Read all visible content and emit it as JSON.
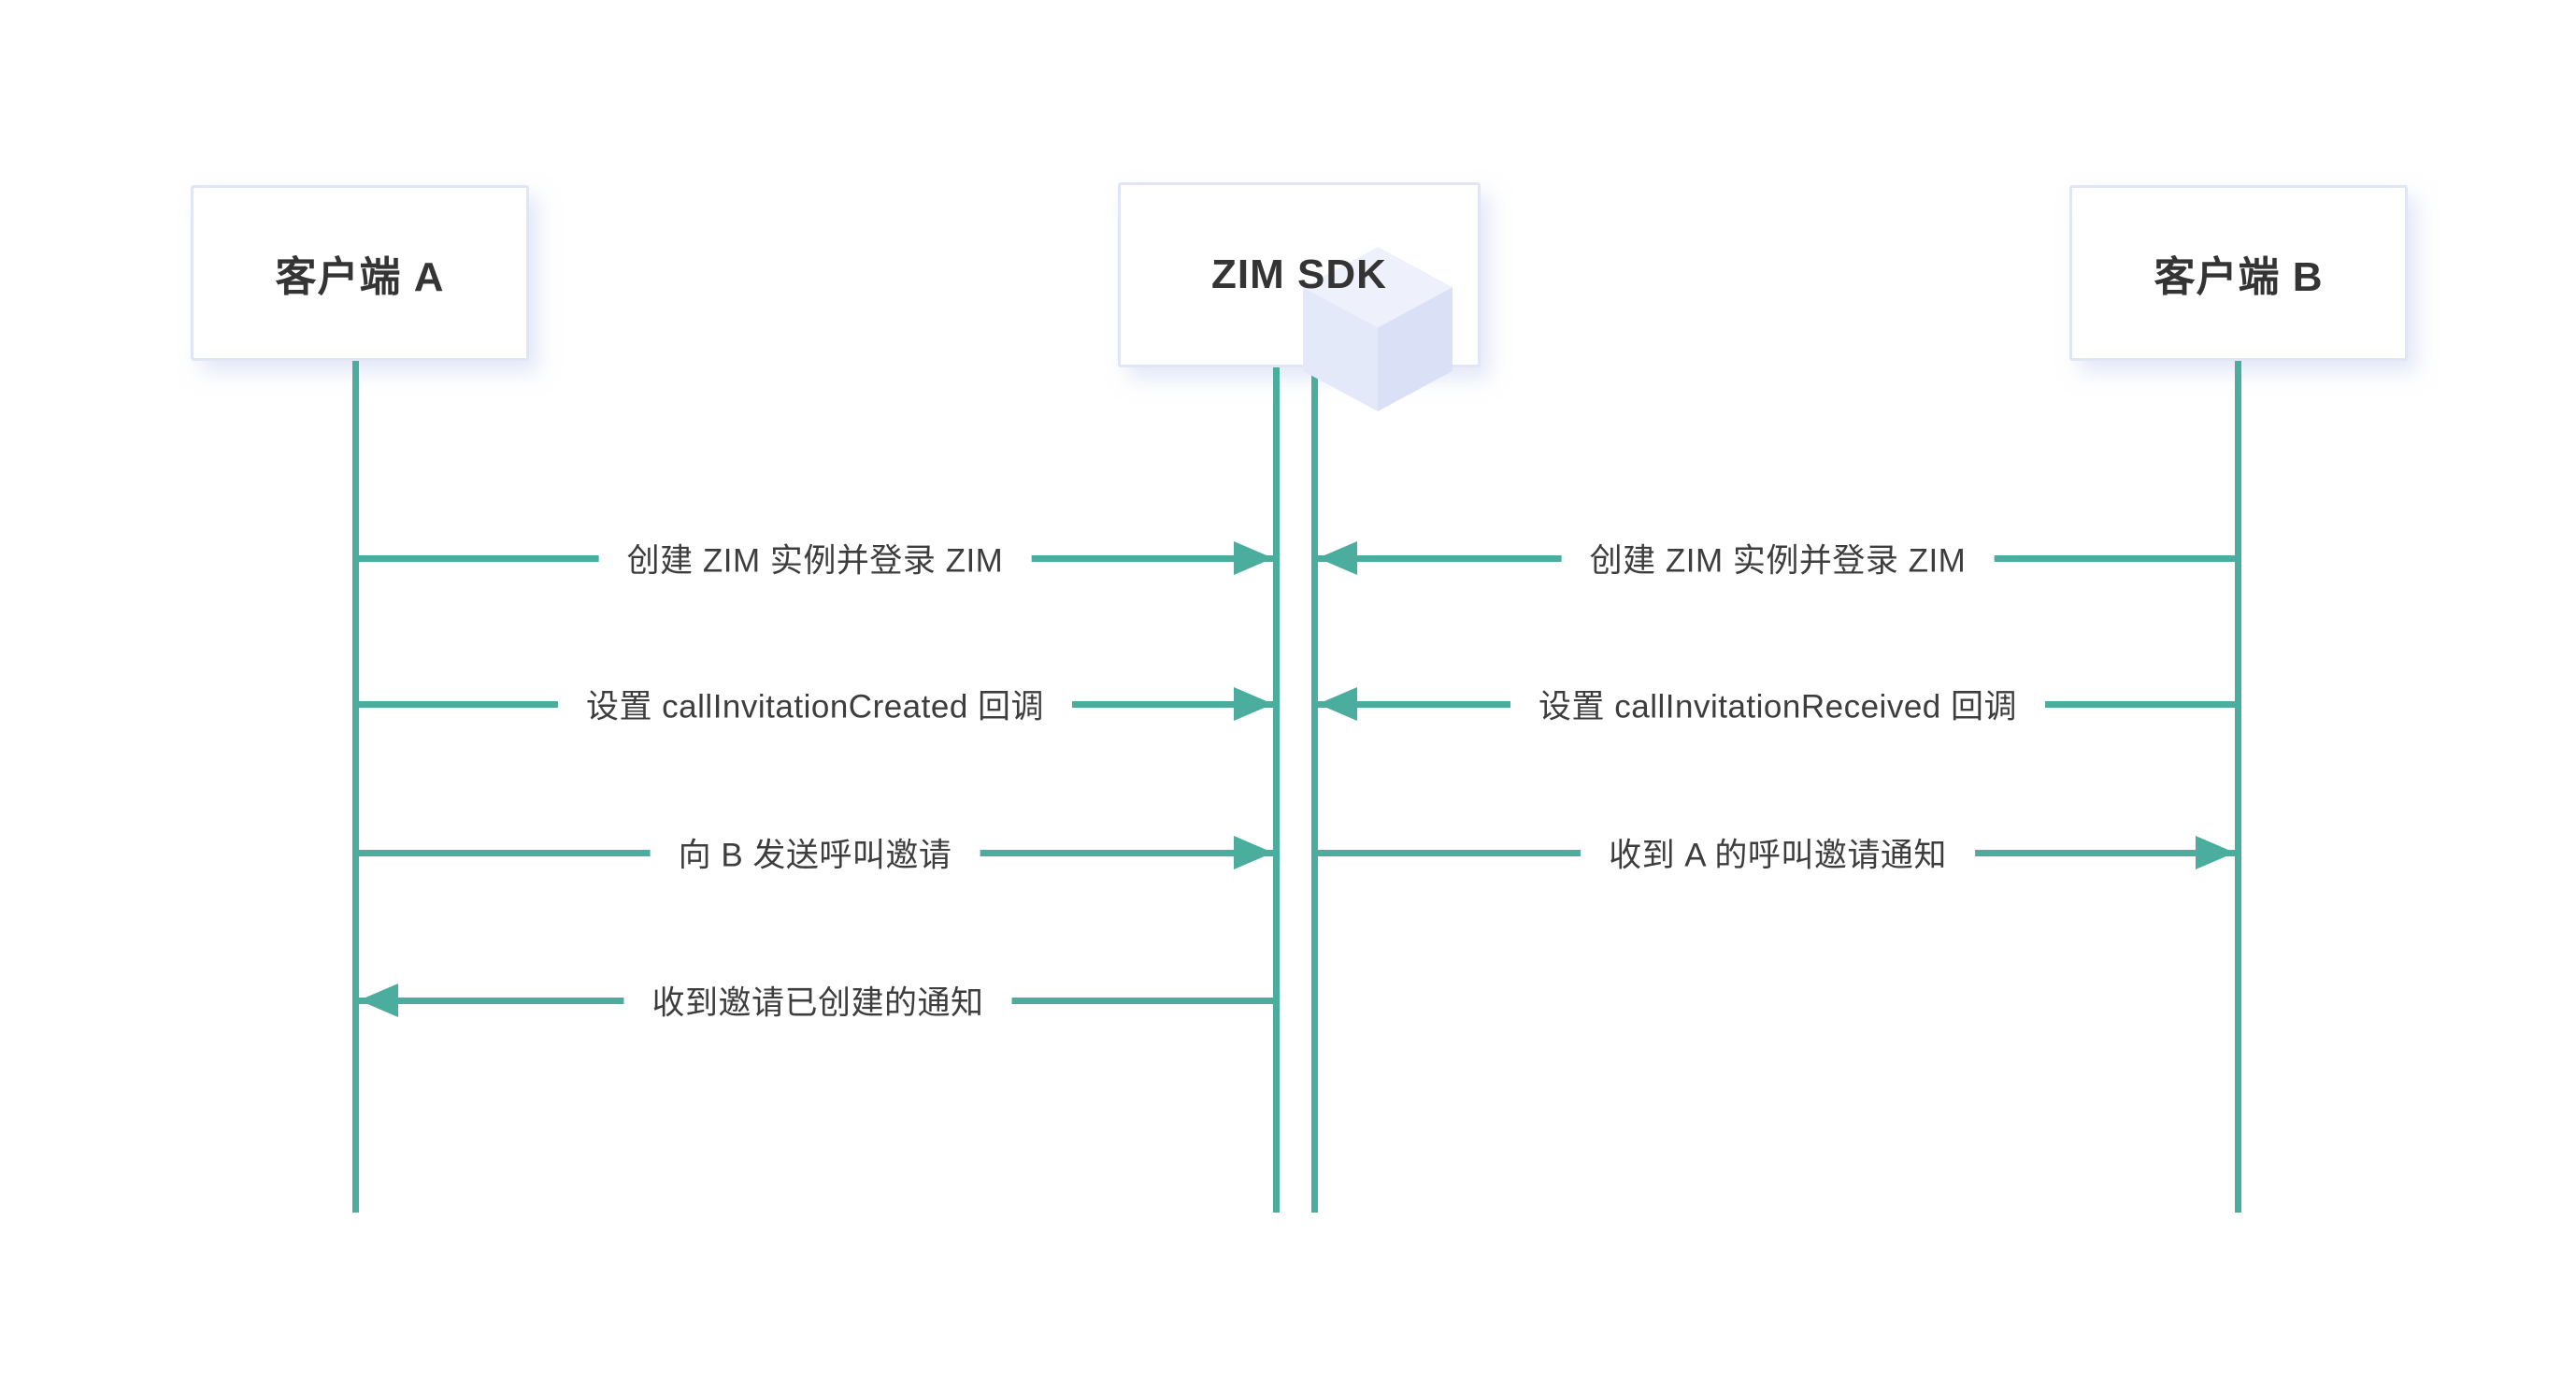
{
  "diagram": {
    "type": "sequence",
    "actors": [
      {
        "id": "client-a",
        "label": "客户端 A"
      },
      {
        "id": "zim-sdk",
        "label": "ZIM SDK"
      },
      {
        "id": "client-b",
        "label": "客户端 B"
      }
    ],
    "messages": [
      {
        "index": 1,
        "from": "client-a",
        "to": "zim-sdk",
        "label": "创建 ZIM 实例并登录 ZIM"
      },
      {
        "index": 2,
        "from": "client-b",
        "to": "zim-sdk",
        "label": "创建 ZIM 实例并登录 ZIM"
      },
      {
        "index": 3,
        "from": "client-a",
        "to": "zim-sdk",
        "label": "设置 callInvitationCreated 回调"
      },
      {
        "index": 4,
        "from": "client-b",
        "to": "zim-sdk",
        "label": "设置 callInvitationReceived 回调"
      },
      {
        "index": 5,
        "from": "client-a",
        "to": "zim-sdk",
        "label": "向 B 发送呼叫邀请"
      },
      {
        "index": 6,
        "from": "zim-sdk",
        "to": "client-b",
        "label": "收到 A 的呼叫邀请通知"
      },
      {
        "index": 7,
        "from": "zim-sdk",
        "to": "client-a",
        "label": "收到邀请已创建的通知"
      }
    ],
    "colors": {
      "line": "#4BAD9D",
      "box_border": "#e1e6f7",
      "text": "#3d3d3d",
      "background": "#ffffff"
    }
  }
}
